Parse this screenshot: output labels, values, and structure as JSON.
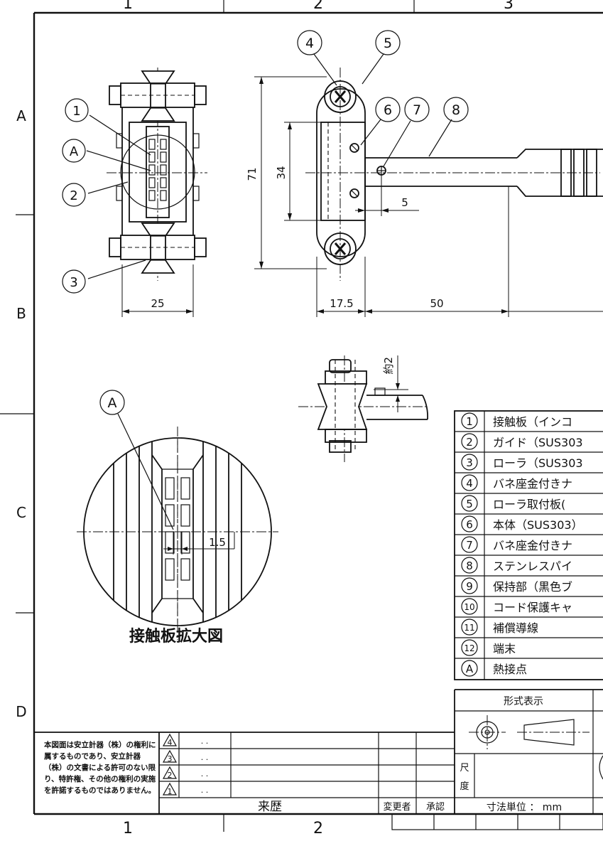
{
  "border": {
    "columns_top": [
      "1",
      "2",
      "3"
    ],
    "columns_bottom": [
      "1",
      "2"
    ],
    "rows": [
      "A",
      "B",
      "C",
      "D"
    ]
  },
  "dimensions": {
    "overall_height": "71",
    "body_height": "34",
    "roller_width": "25",
    "body_width": "17.5",
    "pipe_length": "50",
    "pipe_offset": "5",
    "approx_gap": "約2",
    "contact_gap": "1.5"
  },
  "callouts": {
    "c1": "1",
    "c2": "2",
    "c3": "3",
    "c4": "4",
    "c5": "5",
    "c6": "6",
    "c7": "7",
    "c8": "8",
    "cA1": "A",
    "cA2": "A"
  },
  "detail_title": "接触板拡大図",
  "parts": [
    {
      "no": "1",
      "name": "接触板（インコ"
    },
    {
      "no": "2",
      "name": "ガイド（SUS303"
    },
    {
      "no": "3",
      "name": "ローラ（SUS303"
    },
    {
      "no": "4",
      "name": "バネ座金付きナ"
    },
    {
      "no": "5",
      "name": "ローラ取付板("
    },
    {
      "no": "6",
      "name": "本体（SUS303）"
    },
    {
      "no": "7",
      "name": "バネ座金付きナ"
    },
    {
      "no": "8",
      "name": "ステンレスパイ"
    },
    {
      "no": "9",
      "name": "保持部（黒色ブ"
    },
    {
      "no": "10",
      "name": "コード保護キャ"
    },
    {
      "no": "11",
      "name": "補償導線"
    },
    {
      "no": "12",
      "name": "端末"
    },
    {
      "no": "A",
      "name": "熱接点"
    }
  ],
  "title_block": {
    "notice": "本図面は安立計器（株）の権利に属するものであり、安立計器（株）の文書による許可のない限り、特許権、その他の権利の実施を許諾するものではありません。",
    "revisions": [
      {
        "mark": "4",
        "date": ". ."
      },
      {
        "mark": "3",
        "date": ". ."
      },
      {
        "mark": "2",
        "date": ". ."
      },
      {
        "mark": "1",
        "date": ". ."
      }
    ],
    "history_label": "来歴",
    "changer_label": "変更者",
    "approval_label": "承認",
    "format_label": "形式表示",
    "scale_label_1": "尺",
    "scale_label_2": "度",
    "unit_label": "寸法単位 ： mm"
  }
}
